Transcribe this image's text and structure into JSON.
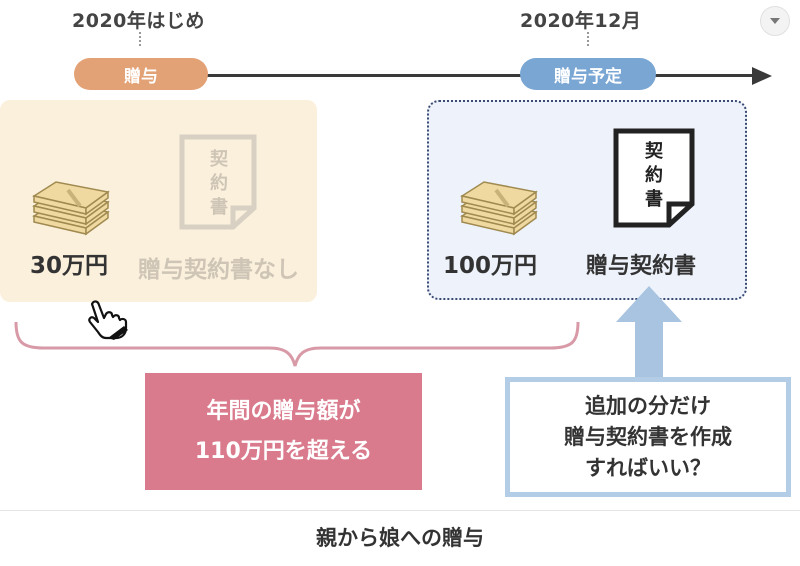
{
  "timeline": {
    "start_date": "2020年はじめ",
    "end_date": "2020年12月",
    "start_label": "贈与",
    "end_label": "贈与予定"
  },
  "left_panel": {
    "amount": "30万円",
    "document_label": "贈与契約書なし",
    "document_icon_text": [
      "契",
      "約",
      "書"
    ]
  },
  "right_panel": {
    "amount": "100万円",
    "document_label": "贈与契約書",
    "document_icon_text": [
      "契",
      "約",
      "書"
    ]
  },
  "pink_callout": {
    "line1": "年間の贈与額が",
    "line2": "110万円を超える"
  },
  "blue_callout": {
    "line1": "追加の分だけ",
    "line2": "贈与契約書を作成",
    "line3": "すればいい？"
  },
  "caption": "親から娘への贈与",
  "colors": {
    "orange_pill": "#e3a176",
    "blue_pill": "#7aa6d4",
    "left_panel_bg": "#fbf0dc",
    "right_panel_bg": "#eef3fb",
    "pink_box": "#d97b8d",
    "blue_box_border": "#b4cde6",
    "arrow_fill": "#a9c4e0"
  },
  "icons": [
    "money-stack-icon",
    "contract-document-icon",
    "pointing-hand-cursor-icon",
    "dropdown-chevron-icon"
  ]
}
